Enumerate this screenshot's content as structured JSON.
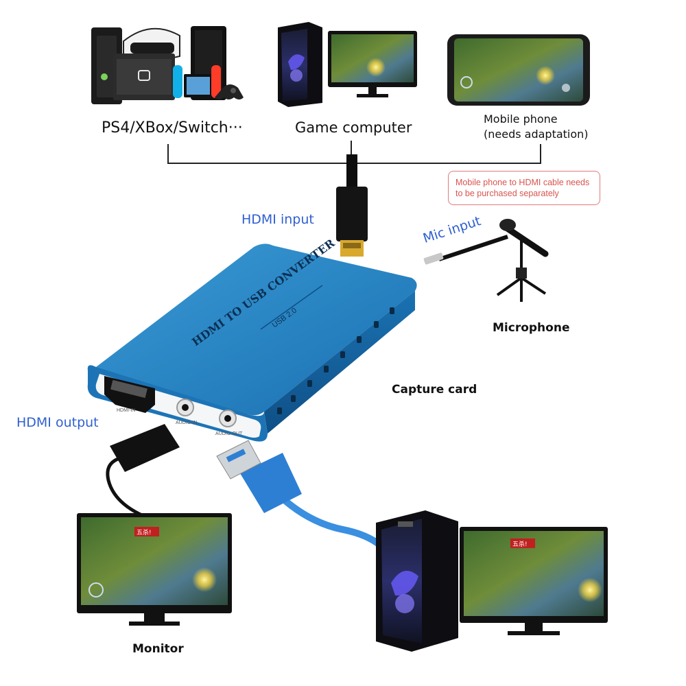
{
  "labels": {
    "consoles": "PS4/XBox/Switch···",
    "game_computer": "Game computer",
    "mobile_line1": "Mobile phone",
    "mobile_line2": "(needs adaptation)",
    "hdmi_input": "HDMI input",
    "mic_input": "Mic input",
    "microphone": "Microphone",
    "capture_card": "Capture card",
    "hdmi_output": "HDMI output",
    "monitor": "Monitor"
  },
  "note": {
    "line1": "Mobile phone to HDMI cable needs",
    "line2": "to be purchased separately"
  },
  "device": {
    "top_text": "HDMI TO USB CONVERTER",
    "usb_text": "USB 2.0",
    "port_hdmi": "HDMI-IN",
    "port_audio_in": "AUDIO-IN",
    "port_audio_out": "AUDIO-OUT"
  },
  "screen_badge": "五杀!",
  "colors": {
    "label_blue": "#2f5fd0",
    "device_blue": "#1f7fbf",
    "usb_blue": "#3a8fe0",
    "note_red": "#d9534f"
  }
}
